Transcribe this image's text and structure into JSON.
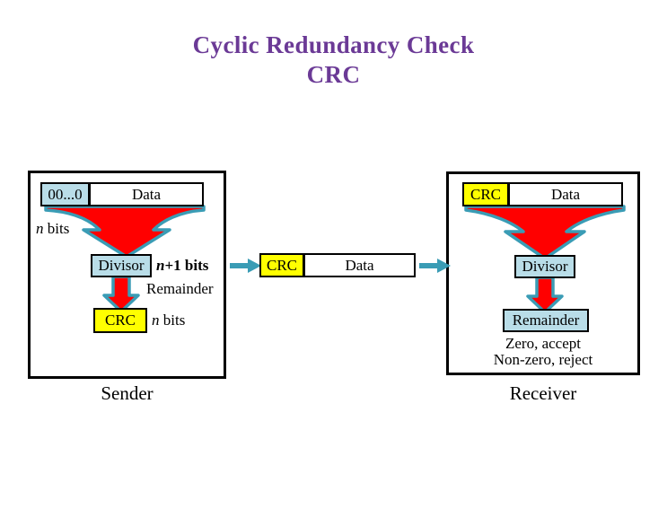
{
  "title": {
    "line1": "Cyclic Redundancy Check",
    "line2": "CRC",
    "color": "#6b3a96"
  },
  "colors": {
    "blue_block": "#b9dde8",
    "yellow_block": "#ffff00",
    "white_block": "#ffffff",
    "funnel_fill": "#ff0000",
    "funnel_outline": "#3a9cb5",
    "link_arrow": "#3a9cb5",
    "frame_border": "#000000"
  },
  "sender": {
    "name": "Sender",
    "input_frame": {
      "zeros_label": "00...0",
      "data_label": "Data"
    },
    "zeros_size_label": "n bits",
    "divisor_label": "Divisor",
    "divisor_size_label": "n+1 bits",
    "remainder_label": "Remainder",
    "crc_label": "CRC",
    "crc_size_label": "n bits"
  },
  "transmitted_frame": {
    "crc_label": "CRC",
    "data_label": "Data"
  },
  "receiver": {
    "name": "Receiver",
    "input_frame": {
      "crc_label": "CRC",
      "data_label": "Data"
    },
    "divisor_label": "Divisor",
    "remainder_label": "Remainder",
    "decision_line1": "Zero, accept",
    "decision_line2": "Non-zero, reject"
  }
}
